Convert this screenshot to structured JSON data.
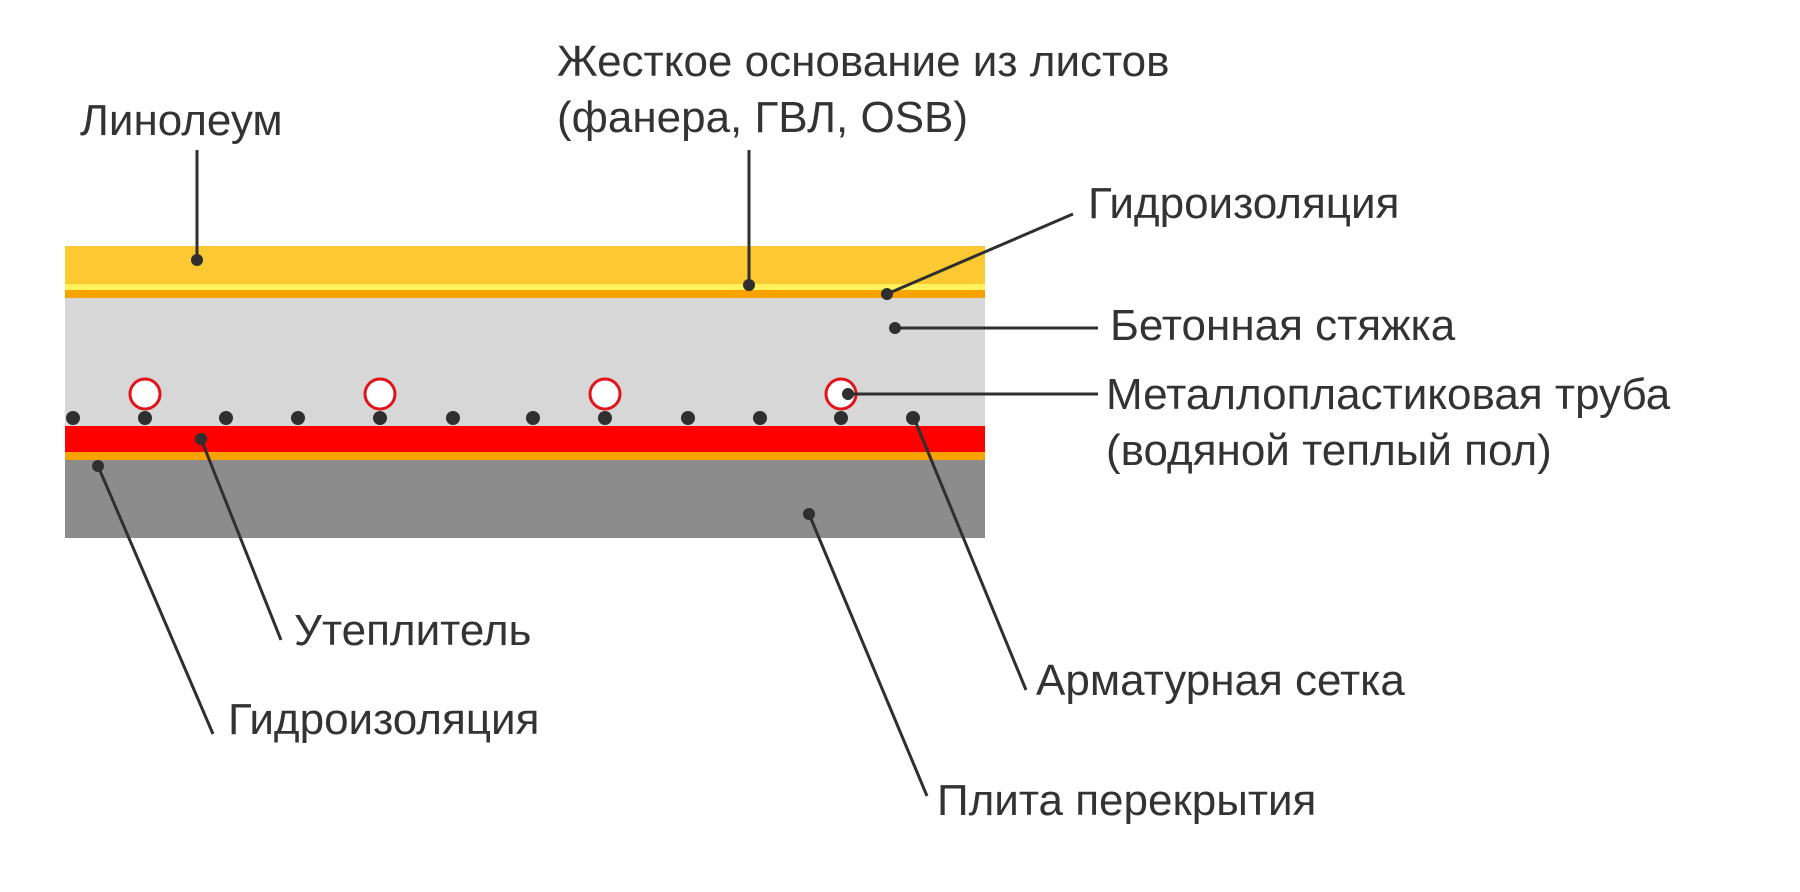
{
  "colors": {
    "linoleum": "#fcc932",
    "hard_base": "#fff25c",
    "waterproof": "#f6a300",
    "screed": "#d7d7d7",
    "insulation": "#ff0000",
    "slab": "#8c8c8c",
    "pipe_stroke": "#e1141b",
    "leader": "#2f2f2f",
    "text": "#333333"
  },
  "labels": {
    "linoleum": "Линолеум",
    "hard_base_line1": "Жесткое основание из листов",
    "hard_base_line2": "(фанера, ГВЛ, OSB)",
    "waterproof_top": "Гидроизоляция",
    "screed": "Бетонная стяжка",
    "pipe_line1": "Металлопластиковая труба",
    "pipe_line2": "(водяной теплый пол)",
    "insulation": "Утеплитель",
    "waterproof_bottom": "Гидроизоляция",
    "mesh": "Арматурная сетка",
    "slab": "Плита перекрытия"
  },
  "icons": {
    "pipe": "pipe-circle-icon",
    "mesh_node": "mesh-dot-icon",
    "leader_anchor": "anchor-dot-icon"
  },
  "counts": {
    "pipes": 4,
    "mesh_nodes": 12
  }
}
